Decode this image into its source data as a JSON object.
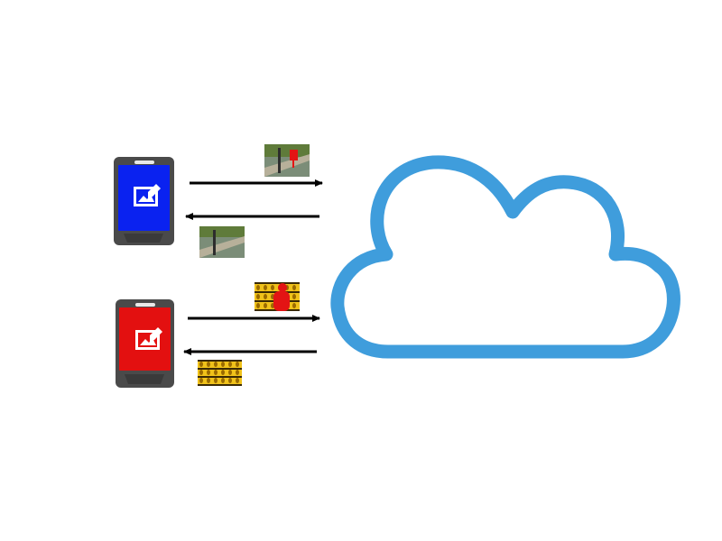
{
  "colors": {
    "background": "#ffffff",
    "cloud_stroke": "#3f9ddc",
    "cloud_fill": "#ffffff",
    "phone_body": "#4a4a4a",
    "phone_top_screen": "#0a22f0",
    "phone_bottom_screen": "#e31010",
    "arrow": "#000000",
    "icon": "#ffffff",
    "thumb_water": "#7b8d78",
    "thumb_grass": "#5f7b3a",
    "thumb_dock": "#b7b09a",
    "thumb_red_object": "#e31414",
    "thumb_yellow": "#f0c21a",
    "thumb_dark": "#3a2a05"
  },
  "nodes": {
    "cloud": {
      "icon": "cloud-icon"
    },
    "device_top": {
      "icon": "smartphone-icon",
      "screen_icon": "edit-image-icon",
      "screen_color": "blue"
    },
    "device_bottom": {
      "icon": "smartphone-icon",
      "screen_icon": "edit-image-icon",
      "screen_color": "red"
    }
  },
  "flows": [
    {
      "from": "device_top",
      "to": "cloud",
      "payload": "photo-with-red-object"
    },
    {
      "from": "cloud",
      "to": "device_top",
      "payload": "photo-edited"
    },
    {
      "from": "device_bottom",
      "to": "cloud",
      "payload": "pattern-with-red-object"
    },
    {
      "from": "cloud",
      "to": "device_bottom",
      "payload": "pattern-edited"
    }
  ]
}
